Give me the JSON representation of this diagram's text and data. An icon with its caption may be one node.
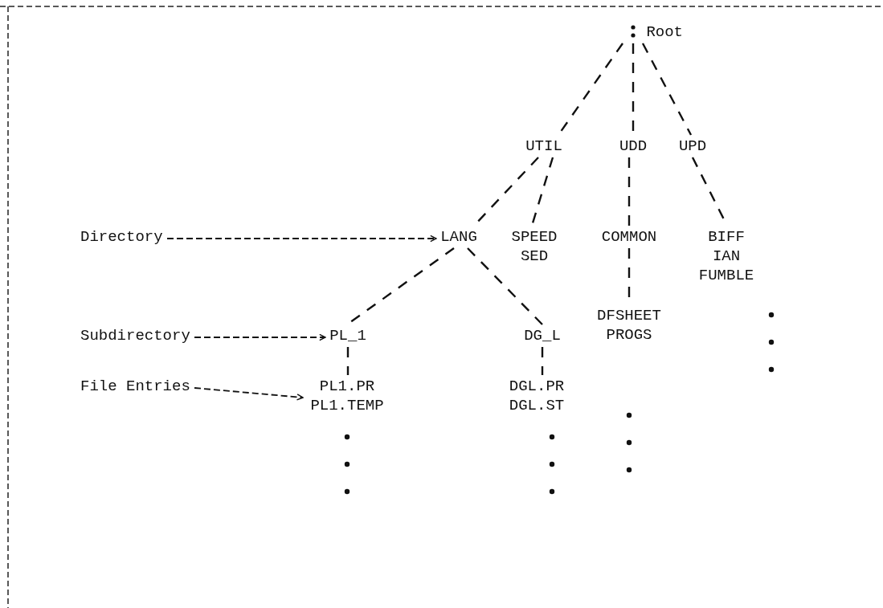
{
  "diagram": {
    "nodes": [
      {
        "text": [
          "Root"
        ]
      },
      {
        "text": [
          "UTIL"
        ]
      },
      {
        "text": [
          "UDD"
        ]
      },
      {
        "text": [
          "UPD"
        ]
      },
      {
        "text": [
          "Directory"
        ]
      },
      {
        "text": [
          "LANG"
        ]
      },
      {
        "text": [
          "SPEED",
          "SED"
        ]
      },
      {
        "text": [
          "COMMON"
        ]
      },
      {
        "text": [
          "BIFF",
          "IAN",
          "FUMBLE"
        ]
      },
      {
        "text": [
          "DFSHEET",
          "PROGS"
        ]
      },
      {
        "text": [
          "Subdirectory"
        ]
      },
      {
        "text": [
          "PL_1"
        ]
      },
      {
        "text": [
          "DG_L"
        ]
      },
      {
        "text": [
          "File Entries"
        ]
      },
      {
        "text": [
          "PL1.PR",
          "PL1.TEMP"
        ]
      },
      {
        "text": [
          "DGL.PR",
          "DGL.ST"
        ]
      }
    ],
    "edges": [
      {
        "from": 0,
        "to": 1,
        "arrow": "none"
      },
      {
        "from": 0,
        "to": 2,
        "arrow": "none"
      },
      {
        "from": 0,
        "to": 3,
        "arrow": "none"
      },
      {
        "from": 1,
        "to": 5,
        "arrow": "none"
      },
      {
        "from": 1,
        "to": 6,
        "arrow": "none"
      },
      {
        "from": 2,
        "to": 7,
        "arrow": "none"
      },
      {
        "from": 3,
        "to": 8,
        "arrow": "none"
      },
      {
        "from": 7,
        "to": 9,
        "arrow": "none"
      },
      {
        "from": 4,
        "to": 5,
        "arrow": "to"
      },
      {
        "from": 5,
        "to": 11,
        "arrow": "none"
      },
      {
        "from": 5,
        "to": 12,
        "arrow": "none"
      },
      {
        "from": 10,
        "to": 11,
        "arrow": "to"
      },
      {
        "from": 11,
        "to": 14,
        "arrow": "none"
      },
      {
        "from": 12,
        "to": 15,
        "arrow": "none"
      },
      {
        "from": 13,
        "to": 14,
        "arrow": "to"
      }
    ]
  }
}
